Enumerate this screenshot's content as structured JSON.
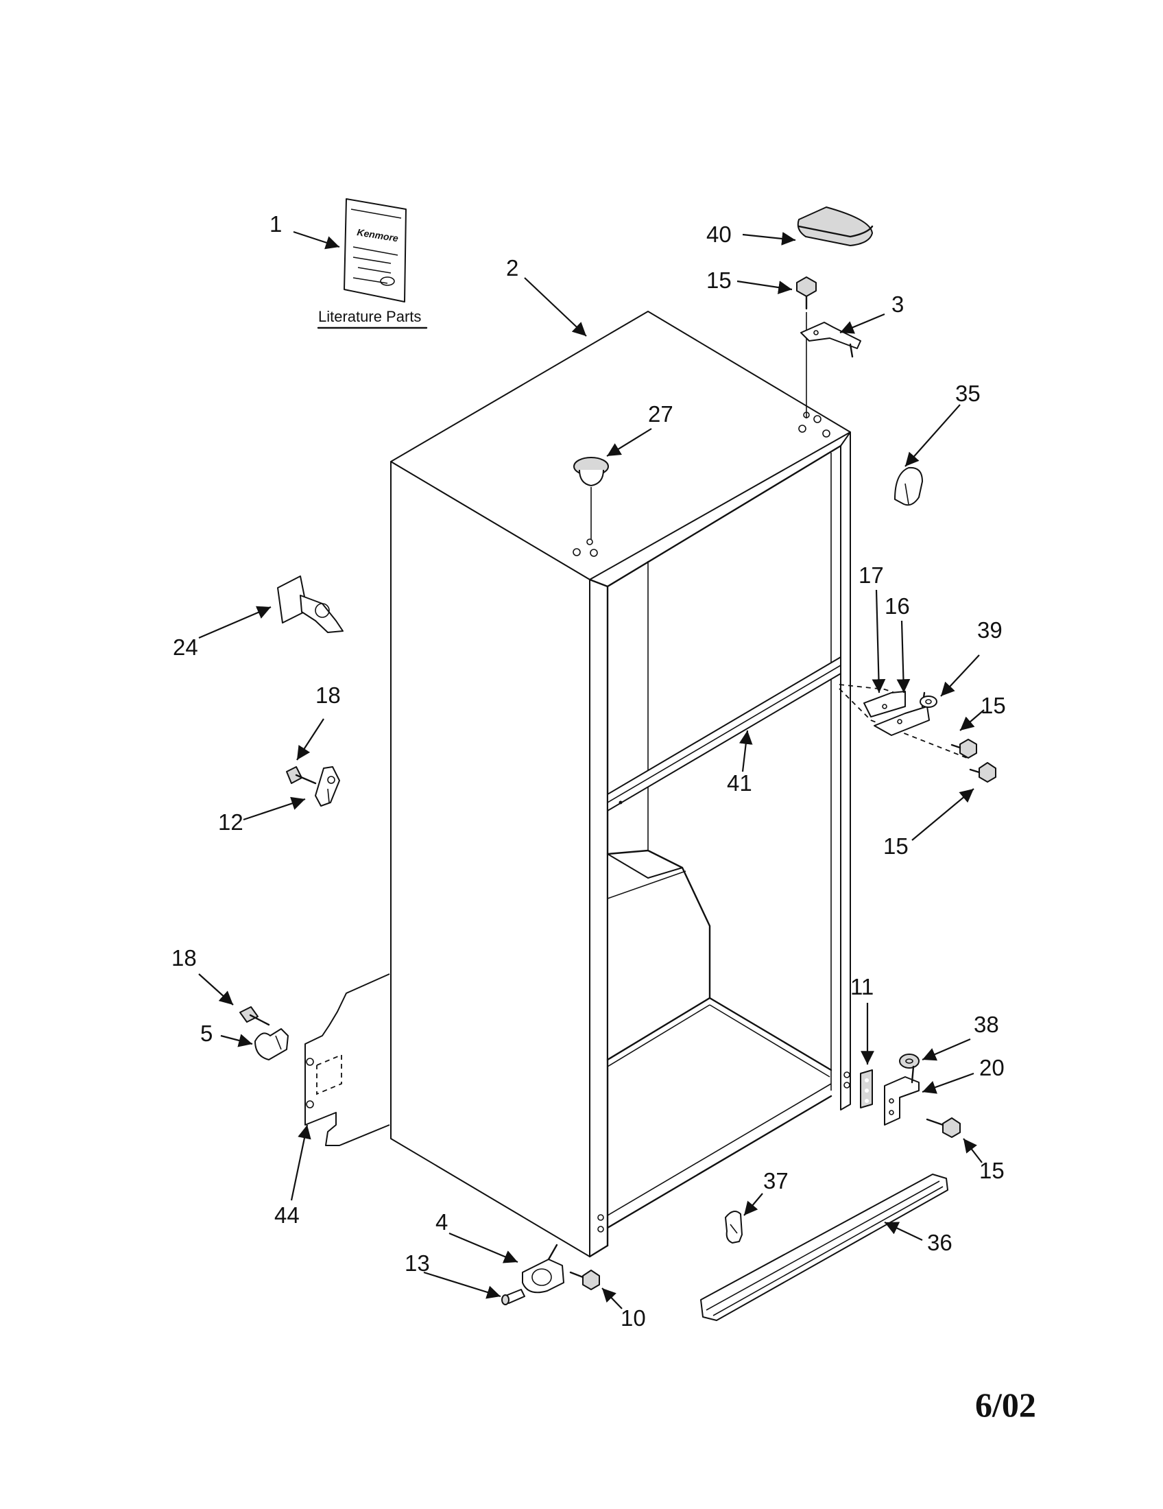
{
  "literature_label": "Literature Parts",
  "booklet_brand": "Kenmore",
  "date_code": "6/02",
  "callouts": [
    "1",
    "2",
    "40",
    "15",
    "3",
    "35",
    "27",
    "17",
    "16",
    "39",
    "15",
    "24",
    "18",
    "41",
    "12",
    "15",
    "18",
    "5",
    "11",
    "38",
    "20",
    "44",
    "15",
    "37",
    "4",
    "13",
    "36",
    "10"
  ]
}
